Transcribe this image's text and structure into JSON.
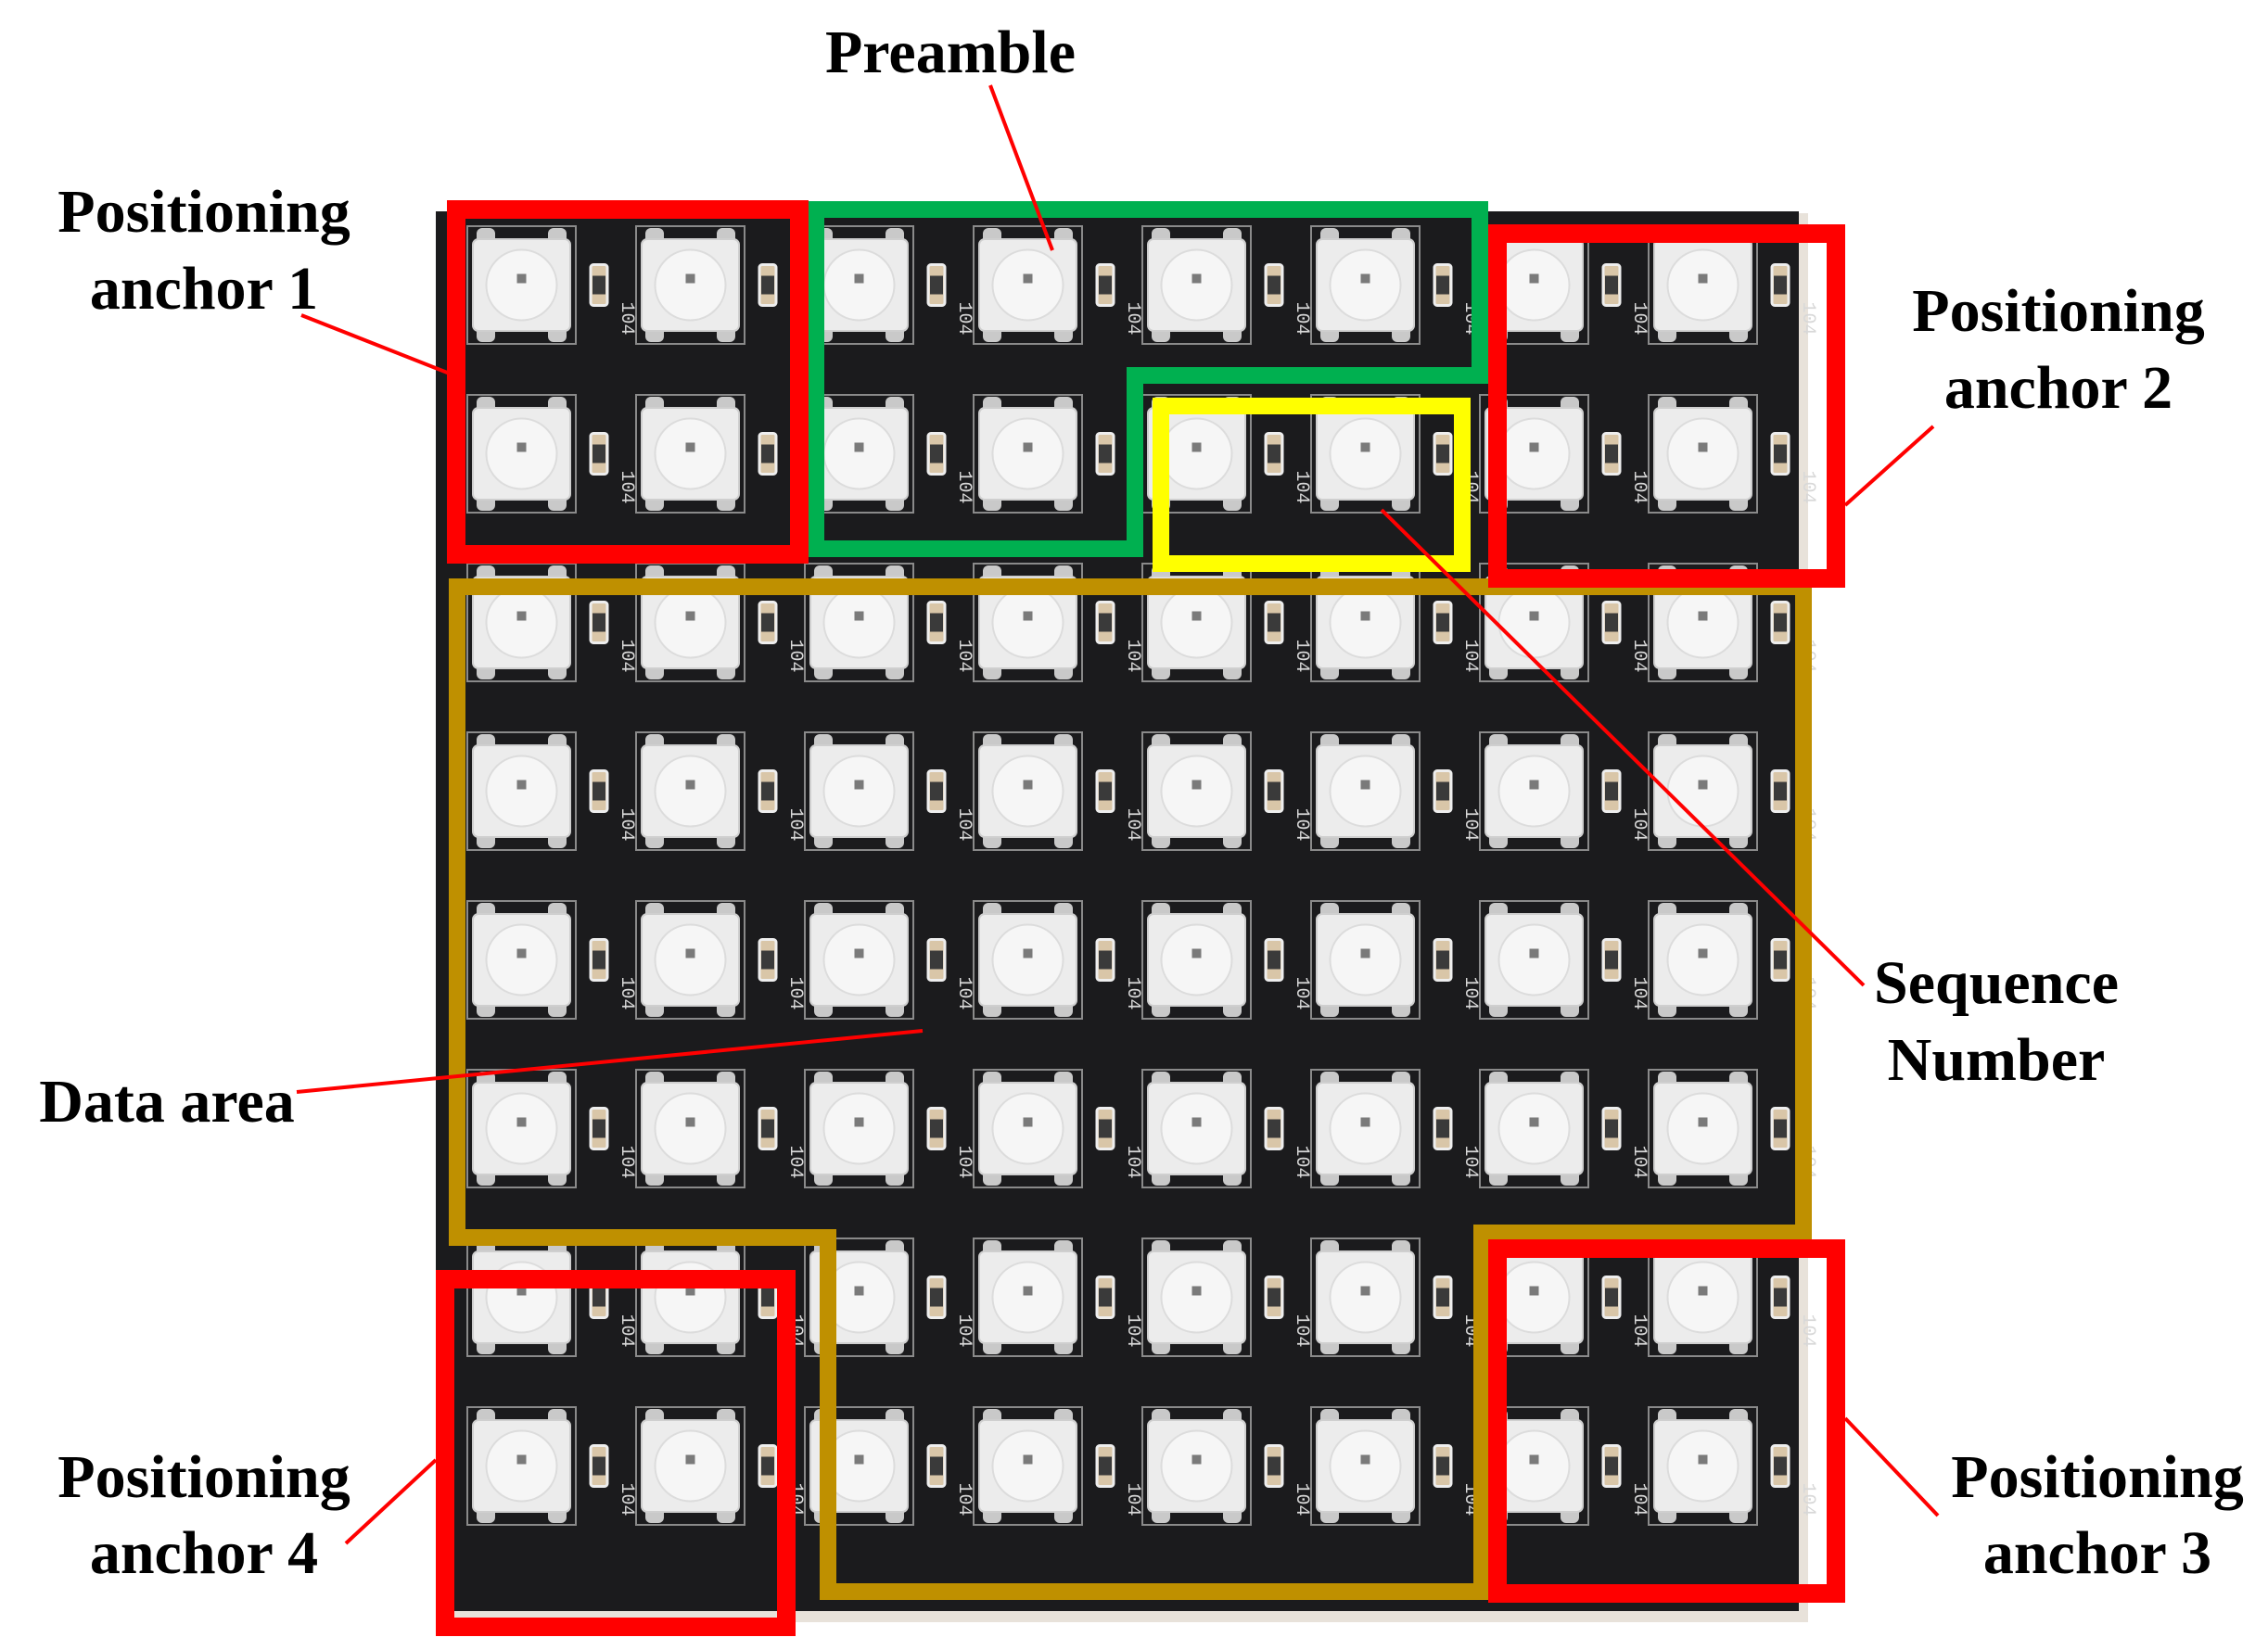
{
  "labels": {
    "preamble": "Preamble",
    "anchor1_line1": "Positioning",
    "anchor1_line2": "anchor 1",
    "anchor2_line1": "Positioning",
    "anchor2_line2": "anchor 2",
    "anchor3_line1": "Positioning",
    "anchor3_line2": "anchor 3",
    "anchor4_line1": "Positioning",
    "anchor4_line2": "anchor 4",
    "sequence_line1": "Sequence",
    "sequence_line2": "Number",
    "data_area": "Data area"
  },
  "board": {
    "rows": 8,
    "cols": 8,
    "resistor_marking": "104"
  },
  "colors": {
    "anchor": "#ff0000",
    "preamble": "#00b050",
    "sequence": "#ffff00",
    "data": "#bf9000",
    "pointer": "#ff0000",
    "pcb": "#1b1b1d",
    "led": "#ededed"
  }
}
